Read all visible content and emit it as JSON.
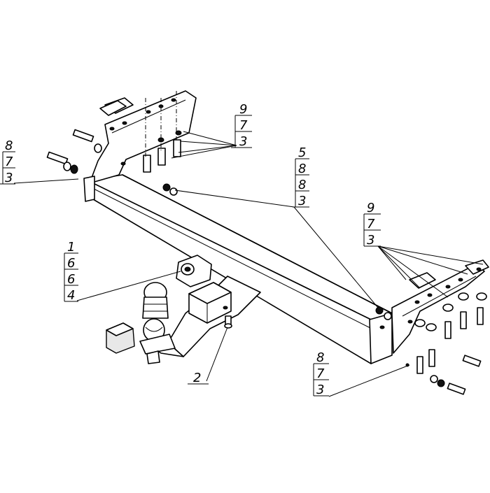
{
  "callouts": [
    {
      "id": "A",
      "lines": [
        "9",
        "7",
        "3"
      ]
    },
    {
      "id": "B",
      "lines": [
        "8",
        "7",
        "3"
      ]
    },
    {
      "id": "C",
      "lines": [
        "5",
        "8",
        "8",
        "3"
      ]
    },
    {
      "id": "D",
      "lines": [
        "9",
        "7",
        "3"
      ]
    },
    {
      "id": "E",
      "lines": [
        "1",
        "6",
        "6",
        "4"
      ]
    },
    {
      "id": "F",
      "lines": [
        "2"
      ]
    },
    {
      "id": "G",
      "lines": [
        "8",
        "7",
        "3"
      ]
    }
  ]
}
